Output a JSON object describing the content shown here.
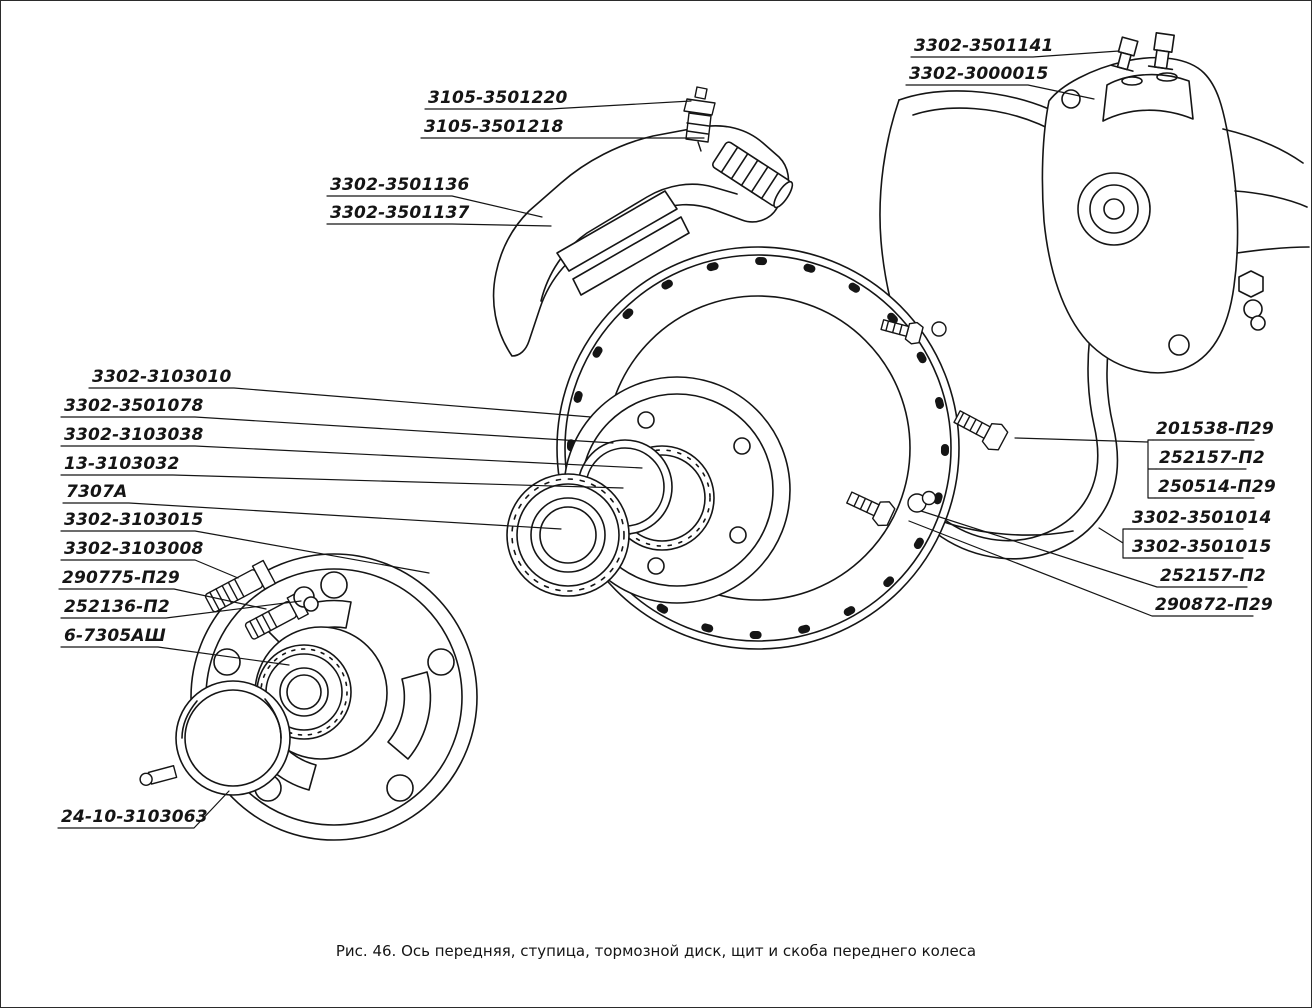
{
  "figure": {
    "caption": "Рис. 46. Ось передняя, ступица, тормозной диск, щит и скоба переднего колеса"
  },
  "colors": {
    "ink": "#151515",
    "background": "#ffffff"
  },
  "part_labels": [
    {
      "text": "3302-3501141"
    },
    {
      "text": "3302-3000015"
    },
    {
      "text": "3105-3501220"
    },
    {
      "text": "3105-3501218"
    },
    {
      "text": "3302-3501136"
    },
    {
      "text": "3302-3501137"
    },
    {
      "text": "3302-3103010"
    },
    {
      "text": "3302-3501078"
    },
    {
      "text": "3302-3103038"
    },
    {
      "text": "13-3103032"
    },
    {
      "text": "7307А"
    },
    {
      "text": "3302-3103015"
    },
    {
      "text": "3302-3103008"
    },
    {
      "text": "290775-П29"
    },
    {
      "text": "252136-П2"
    },
    {
      "text": "6-7305АШ"
    },
    {
      "text": "24-10-3103063"
    },
    {
      "text": "201538-П29"
    },
    {
      "text": "252157-П2"
    },
    {
      "text": "250514-П29"
    },
    {
      "text": "3302-3501014"
    },
    {
      "text": "3302-3501015"
    },
    {
      "text": "252157-П2"
    },
    {
      "text": "290872-П29"
    }
  ]
}
